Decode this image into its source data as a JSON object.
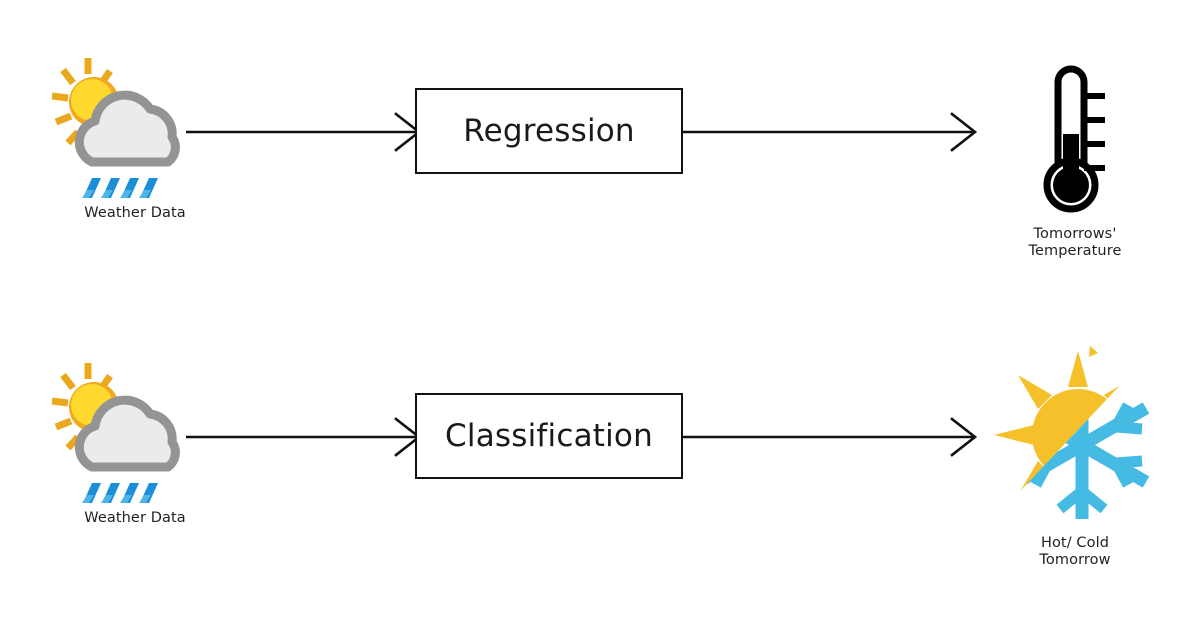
{
  "diagram": {
    "title": "Regression vs Classification weather prediction flow",
    "background_color": "#ffffff",
    "colors": {
      "sun_core": "#ffd92e",
      "sun_edge": "#f0a81e",
      "sun_ray": "#eaa81f",
      "cloud_fill": "#ebebeb",
      "cloud_stroke": "#949494",
      "rain": "#1a8fd8",
      "rain_light": "#4fb4e8",
      "box_stroke": "#111111",
      "arrow": "#111111",
      "text": "#231f20",
      "thermometer": "#000000",
      "hot_sun": "#f5c02a",
      "cold_snow": "#45bae3"
    },
    "rows": [
      {
        "id": "regression",
        "source": {
          "icon": "sun-cloud-rain-icon",
          "caption": "Weather Data"
        },
        "process": {
          "label": "Regression"
        },
        "result": {
          "icon": "thermometer-icon",
          "caption_line_1": "Tomorrows'",
          "caption_line_2": "Temperature"
        },
        "arrow_in": "arrow-right",
        "arrow_out": "arrow-right"
      },
      {
        "id": "classification",
        "source": {
          "icon": "sun-cloud-rain-icon",
          "caption": "Weather Data"
        },
        "process": {
          "label": "Classification"
        },
        "result": {
          "icon": "sun-snowflake-icon",
          "caption_line_1": "Hot/ Cold",
          "caption_line_2": "Tomorrow"
        },
        "arrow_in": "arrow-right",
        "arrow_out": "arrow-right"
      }
    ]
  }
}
